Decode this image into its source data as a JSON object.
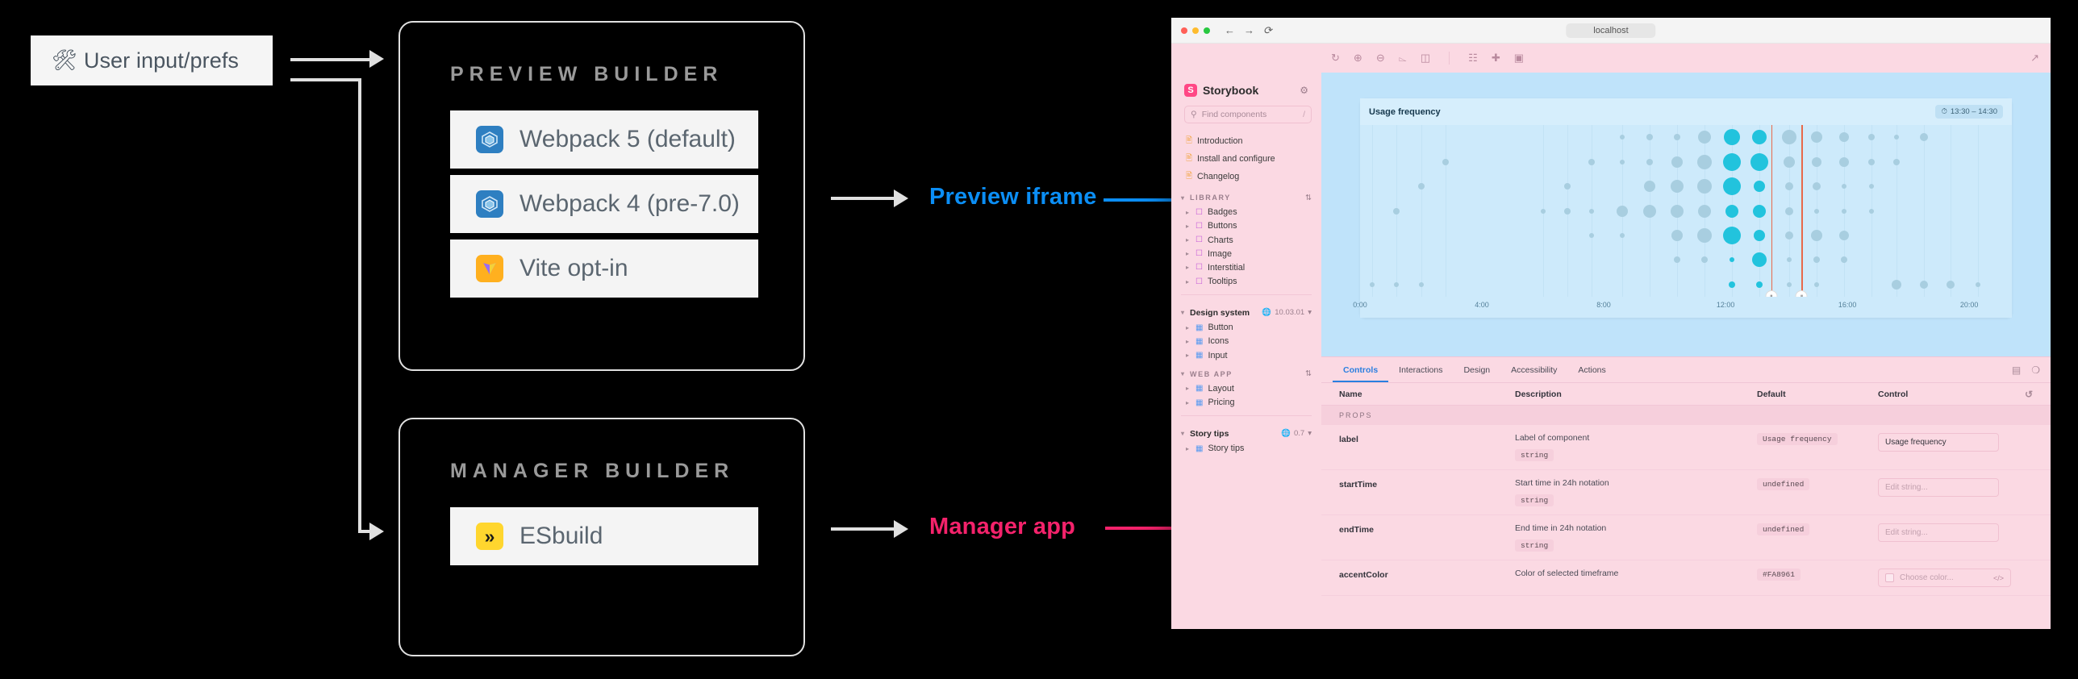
{
  "diagram": {
    "user_input": {
      "label": "User input/prefs",
      "icon": "tools-icon"
    },
    "preview_builder": {
      "title": "PREVIEW BUILDER",
      "items": [
        {
          "label": "Webpack 5 (default)",
          "icon": "webpack-icon"
        },
        {
          "label": "Webpack 4 (pre-7.0)",
          "icon": "webpack-icon"
        },
        {
          "label": "Vite opt-in",
          "icon": "vite-icon"
        }
      ]
    },
    "manager_builder": {
      "title": "MANAGER BUILDER",
      "items": [
        {
          "label": "ESbuild",
          "icon": "esbuild-icon"
        }
      ]
    },
    "labels": {
      "preview": "Preview iframe",
      "manager": "Manager app"
    },
    "colors": {
      "preview_accent": "#0b8ef5",
      "manager_accent": "#f4226b",
      "connector": "#e0e0e0",
      "background": "#000000"
    }
  },
  "browser": {
    "url": "localhost",
    "nav": {
      "back": "←",
      "forward": "→",
      "reload": "⟳"
    }
  },
  "storybook": {
    "brand": "Storybook",
    "logo_letter": "S",
    "search": {
      "placeholder": "Find components",
      "shortcut": "/"
    },
    "toolbar_icons": [
      "refresh-icon",
      "zoom-in-icon",
      "zoom-out-icon",
      "zoom-reset-icon",
      "background-icon",
      "measure-icon",
      "grid-icon",
      "outline-icon"
    ],
    "open_new_tab_icon": "open-in-new-icon",
    "docs": [
      {
        "label": "Introduction"
      },
      {
        "label": "Install and configure"
      },
      {
        "label": "Changelog"
      }
    ],
    "groups": [
      {
        "name": "LIBRARY",
        "bold": false,
        "version": "",
        "items": [
          "Badges",
          "Buttons",
          "Charts",
          "Image",
          "Interstitial",
          "Tooltips"
        ],
        "item_icon": "folder-icon"
      },
      {
        "name": "Design system",
        "bold": true,
        "version": "10.03.01",
        "items": [
          "Button",
          "Icons",
          "Input"
        ],
        "item_icon": "component-icon"
      },
      {
        "name": "WEB APP",
        "bold": false,
        "version": "",
        "items": [
          "Layout",
          "Pricing"
        ],
        "item_icon": "component-icon"
      },
      {
        "name": "Story tips",
        "bold": true,
        "version": "0.7",
        "items": [
          "Story tips"
        ],
        "item_icon": "component-icon"
      }
    ]
  },
  "panel": {
    "tabs": [
      {
        "label": "Controls",
        "active": true
      },
      {
        "label": "Interactions",
        "active": false
      },
      {
        "label": "Design",
        "active": false
      },
      {
        "label": "Accessibility",
        "active": false
      },
      {
        "label": "Actions",
        "active": false
      }
    ],
    "tools": [
      "layout-icon",
      "close-icon"
    ],
    "columns": [
      "Name",
      "Description",
      "Default",
      "Control"
    ],
    "reset_icon": "reset-icon",
    "section": "PROPS",
    "rows": [
      {
        "name": "label",
        "description": "Label of component",
        "type": "string",
        "default": "Usage frequency",
        "control_kind": "text",
        "control_value": "Usage frequency",
        "control_placeholder": ""
      },
      {
        "name": "startTime",
        "description": "Start time in 24h notation",
        "type": "string",
        "default": "undefined",
        "control_kind": "text",
        "control_value": "",
        "control_placeholder": "Edit string..."
      },
      {
        "name": "endTime",
        "description": "End time in 24h notation",
        "type": "string",
        "default": "undefined",
        "control_kind": "text",
        "control_value": "",
        "control_placeholder": "Edit string..."
      },
      {
        "name": "accentColor",
        "description": "Color of selected timeframe",
        "type": "",
        "default": "#FA8961",
        "control_kind": "color",
        "control_value": "",
        "control_placeholder": "Choose color..."
      }
    ]
  },
  "chart_data": {
    "type": "scatter",
    "title": "Usage frequency",
    "timeframe_badge": "13:30 – 14:30",
    "clock_icon": "clock-icon",
    "xlabel": "",
    "ylabel": "",
    "xlim": [
      0,
      24
    ],
    "tick_labels": [
      "0:00",
      "4:00",
      "8:00",
      "12:00",
      "16:00",
      "20:00"
    ],
    "tick_values": [
      0,
      4,
      8,
      12,
      16,
      20
    ],
    "grid": true,
    "selection": {
      "start": 13.5,
      "end": 14.5,
      "color": "#e8694a"
    },
    "colors": {
      "selected": "#22c3dd",
      "unselected": "#a8cee0",
      "plot_bg": "#cdeafb"
    },
    "rows": 7,
    "points": [
      {
        "x": 0.4,
        "row": 6,
        "r": 3
      },
      {
        "x": 1.2,
        "row": 3,
        "r": 4
      },
      {
        "x": 1.2,
        "row": 6,
        "r": 3
      },
      {
        "x": 2.0,
        "row": 2,
        "r": 4
      },
      {
        "x": 2.0,
        "row": 6,
        "r": 3
      },
      {
        "x": 2.8,
        "row": 1,
        "r": 4
      },
      {
        "x": 6.0,
        "row": 3,
        "r": 3
      },
      {
        "x": 6.8,
        "row": 2,
        "r": 4
      },
      {
        "x": 6.8,
        "row": 3,
        "r": 4
      },
      {
        "x": 7.6,
        "row": 1,
        "r": 4
      },
      {
        "x": 7.6,
        "row": 3,
        "r": 3
      },
      {
        "x": 7.6,
        "row": 4,
        "r": 3
      },
      {
        "x": 8.6,
        "row": 0,
        "r": 3
      },
      {
        "x": 8.6,
        "row": 1,
        "r": 3
      },
      {
        "x": 8.6,
        "row": 3,
        "r": 7
      },
      {
        "x": 8.6,
        "row": 4,
        "r": 3
      },
      {
        "x": 9.5,
        "row": 0,
        "r": 4
      },
      {
        "x": 9.5,
        "row": 1,
        "r": 4
      },
      {
        "x": 9.5,
        "row": 2,
        "r": 7
      },
      {
        "x": 9.5,
        "row": 3,
        "r": 8
      },
      {
        "x": 10.4,
        "row": 0,
        "r": 4
      },
      {
        "x": 10.4,
        "row": 1,
        "r": 7
      },
      {
        "x": 10.4,
        "row": 2,
        "r": 8
      },
      {
        "x": 10.4,
        "row": 3,
        "r": 8
      },
      {
        "x": 10.4,
        "row": 4,
        "r": 7
      },
      {
        "x": 10.4,
        "row": 5,
        "r": 4
      },
      {
        "x": 11.3,
        "row": 0,
        "r": 8
      },
      {
        "x": 11.3,
        "row": 1,
        "r": 9
      },
      {
        "x": 11.3,
        "row": 2,
        "r": 9
      },
      {
        "x": 11.3,
        "row": 3,
        "r": 8
      },
      {
        "x": 11.3,
        "row": 4,
        "r": 9
      },
      {
        "x": 11.3,
        "row": 5,
        "r": 4
      },
      {
        "x": 12.2,
        "row": 0,
        "r": 10,
        "sel": true
      },
      {
        "x": 12.2,
        "row": 1,
        "r": 11,
        "sel": true
      },
      {
        "x": 12.2,
        "row": 2,
        "r": 11,
        "sel": true
      },
      {
        "x": 12.2,
        "row": 3,
        "r": 8,
        "sel": true
      },
      {
        "x": 12.2,
        "row": 4,
        "r": 11,
        "sel": true
      },
      {
        "x": 12.2,
        "row": 5,
        "r": 3,
        "sel": true
      },
      {
        "x": 12.2,
        "row": 6,
        "r": 4,
        "sel": true
      },
      {
        "x": 13.1,
        "row": 0,
        "r": 9,
        "sel": true
      },
      {
        "x": 13.1,
        "row": 1,
        "r": 11,
        "sel": true
      },
      {
        "x": 13.1,
        "row": 2,
        "r": 7,
        "sel": true
      },
      {
        "x": 13.1,
        "row": 3,
        "r": 8,
        "sel": true
      },
      {
        "x": 13.1,
        "row": 4,
        "r": 7,
        "sel": true
      },
      {
        "x": 13.1,
        "row": 5,
        "r": 9,
        "sel": true
      },
      {
        "x": 13.1,
        "row": 6,
        "r": 4,
        "sel": true
      },
      {
        "x": 14.1,
        "row": 0,
        "r": 9
      },
      {
        "x": 14.1,
        "row": 1,
        "r": 7
      },
      {
        "x": 14.1,
        "row": 2,
        "r": 5
      },
      {
        "x": 14.1,
        "row": 3,
        "r": 5
      },
      {
        "x": 14.1,
        "row": 4,
        "r": 5
      },
      {
        "x": 14.1,
        "row": 5,
        "r": 3
      },
      {
        "x": 14.1,
        "row": 6,
        "r": 3
      },
      {
        "x": 15.0,
        "row": 0,
        "r": 7
      },
      {
        "x": 15.0,
        "row": 1,
        "r": 6
      },
      {
        "x": 15.0,
        "row": 2,
        "r": 5
      },
      {
        "x": 15.0,
        "row": 3,
        "r": 3
      },
      {
        "x": 15.0,
        "row": 4,
        "r": 7
      },
      {
        "x": 15.0,
        "row": 5,
        "r": 4
      },
      {
        "x": 15.0,
        "row": 6,
        "r": 3
      },
      {
        "x": 15.9,
        "row": 0,
        "r": 6
      },
      {
        "x": 15.9,
        "row": 1,
        "r": 6
      },
      {
        "x": 15.9,
        "row": 2,
        "r": 3
      },
      {
        "x": 15.9,
        "row": 3,
        "r": 3
      },
      {
        "x": 15.9,
        "row": 4,
        "r": 6
      },
      {
        "x": 15.9,
        "row": 5,
        "r": 4
      },
      {
        "x": 16.8,
        "row": 0,
        "r": 4
      },
      {
        "x": 16.8,
        "row": 1,
        "r": 4
      },
      {
        "x": 16.8,
        "row": 2,
        "r": 3
      },
      {
        "x": 16.8,
        "row": 3,
        "r": 3
      },
      {
        "x": 17.6,
        "row": 0,
        "r": 3
      },
      {
        "x": 17.6,
        "row": 1,
        "r": 4
      },
      {
        "x": 17.6,
        "row": 6,
        "r": 6
      },
      {
        "x": 18.5,
        "row": 0,
        "r": 5
      },
      {
        "x": 18.5,
        "row": 6,
        "r": 5
      },
      {
        "x": 19.4,
        "row": 6,
        "r": 5
      },
      {
        "x": 20.3,
        "row": 6,
        "r": 3
      }
    ]
  }
}
